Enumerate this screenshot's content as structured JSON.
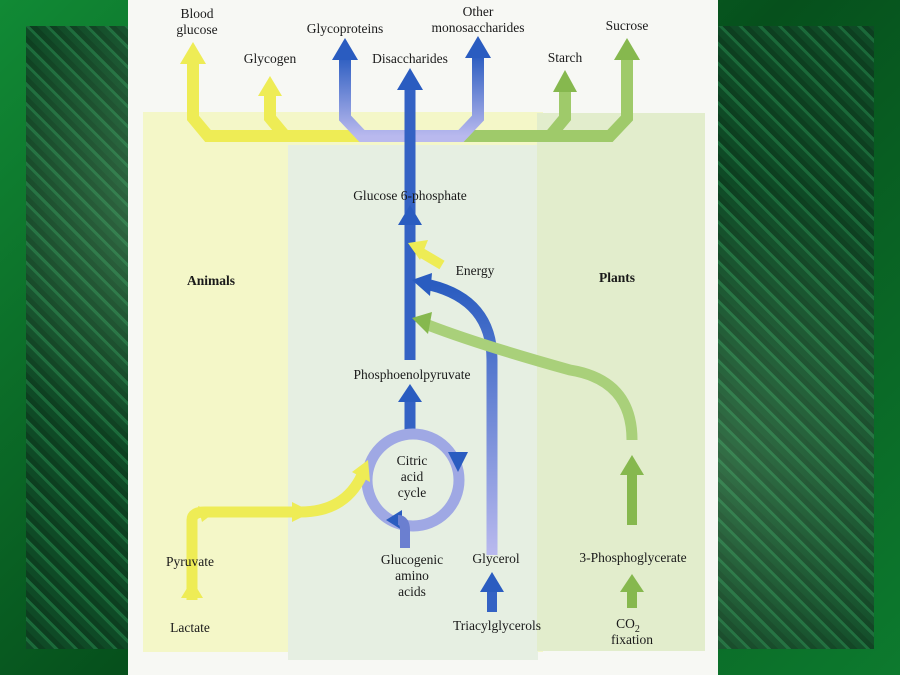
{
  "labels": {
    "blood_glucose": [
      "Blood",
      "glucose"
    ],
    "glycogen": "Glycogen",
    "glycoproteins": "Glycoproteins",
    "other_mono": [
      "Other",
      "monosaccharides"
    ],
    "disaccharides": "Disaccharides",
    "starch": "Starch",
    "sucrose": "Sucrose",
    "g6p": "Glucose 6-phosphate",
    "energy": "Energy",
    "animals": "Animals",
    "plants": "Plants",
    "pep": "Phosphoenolpyruvate",
    "citric": [
      "Citric",
      "acid",
      "cycle"
    ],
    "pyruvate": "Pyruvate",
    "lactate": "Lactate",
    "glucogenic": [
      "Glucogenic",
      "amino",
      "acids"
    ],
    "glycerol": "Glycerol",
    "triacylglycerols": "Triacylglycerols",
    "phosphoglycerate": "3-Phosphoglycerate",
    "co2": "CO",
    "co2_sub": "2",
    "fixation": "fixation"
  },
  "colors": {
    "animal": "#f0ee50",
    "core": "#2f5fbf",
    "plant": "#86b84e"
  }
}
